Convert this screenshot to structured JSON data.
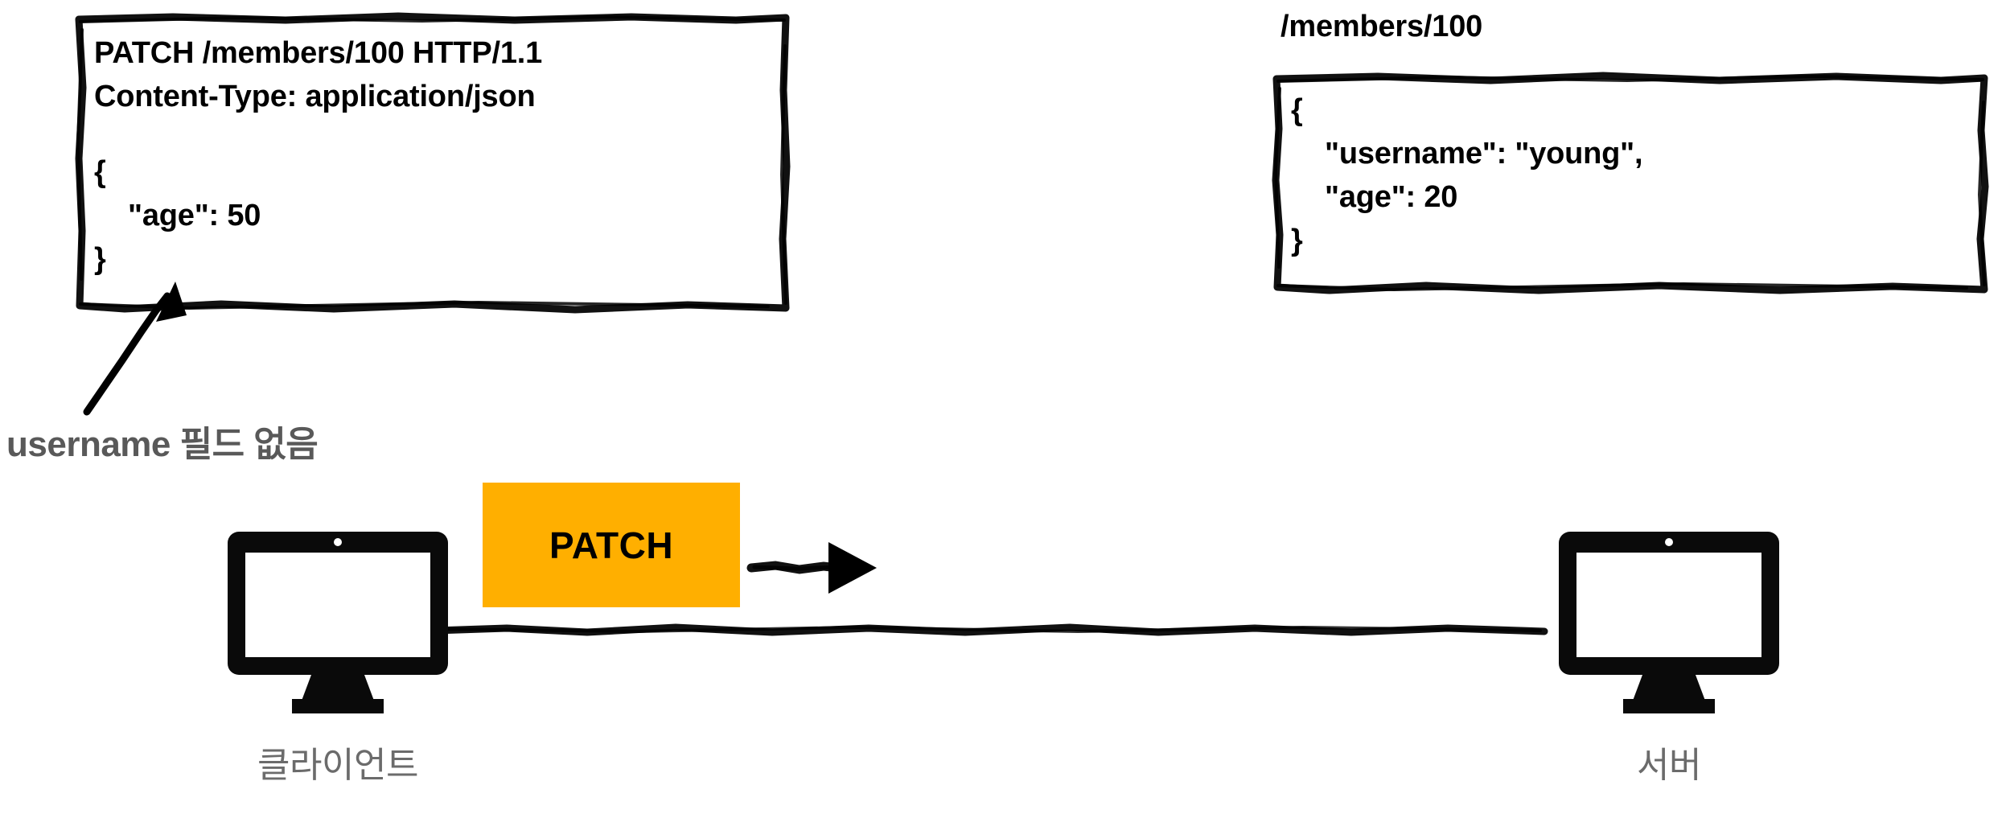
{
  "colors": {
    "badge_orange": "#FFAF00",
    "ink_black": "#000000",
    "annotation_gray": "#595959",
    "label_gray": "#6b6b6b",
    "page_background": "#ffffff"
  },
  "request_box": {
    "lines": [
      "PATCH /members/100 HTTP/1.1",
      "Content-Type: application/json",
      "",
      "{",
      "\"age\": 50",
      "}"
    ],
    "request_line": "PATCH /members/100 HTTP/1.1",
    "content_type_header": "Content-Type: application/json",
    "body_open_brace": "{",
    "body_field_age": "\"age\": 50",
    "body_close_brace": "}"
  },
  "resource_box": {
    "label": "/members/100",
    "lines": [
      "{",
      "\"username\": \"young\",",
      "\"age\": 20",
      "}"
    ],
    "open_brace": "{",
    "field_username": "\"username\": \"young\",",
    "field_age": "\"age\": 20",
    "close_brace": "}"
  },
  "annotation": {
    "text": "username 필드 없음"
  },
  "transfer": {
    "method_badge": "PATCH"
  },
  "nodes": {
    "client": {
      "label": "클라이언트",
      "icon": "monitor-icon"
    },
    "server": {
      "label": "서버",
      "icon": "monitor-icon"
    }
  }
}
